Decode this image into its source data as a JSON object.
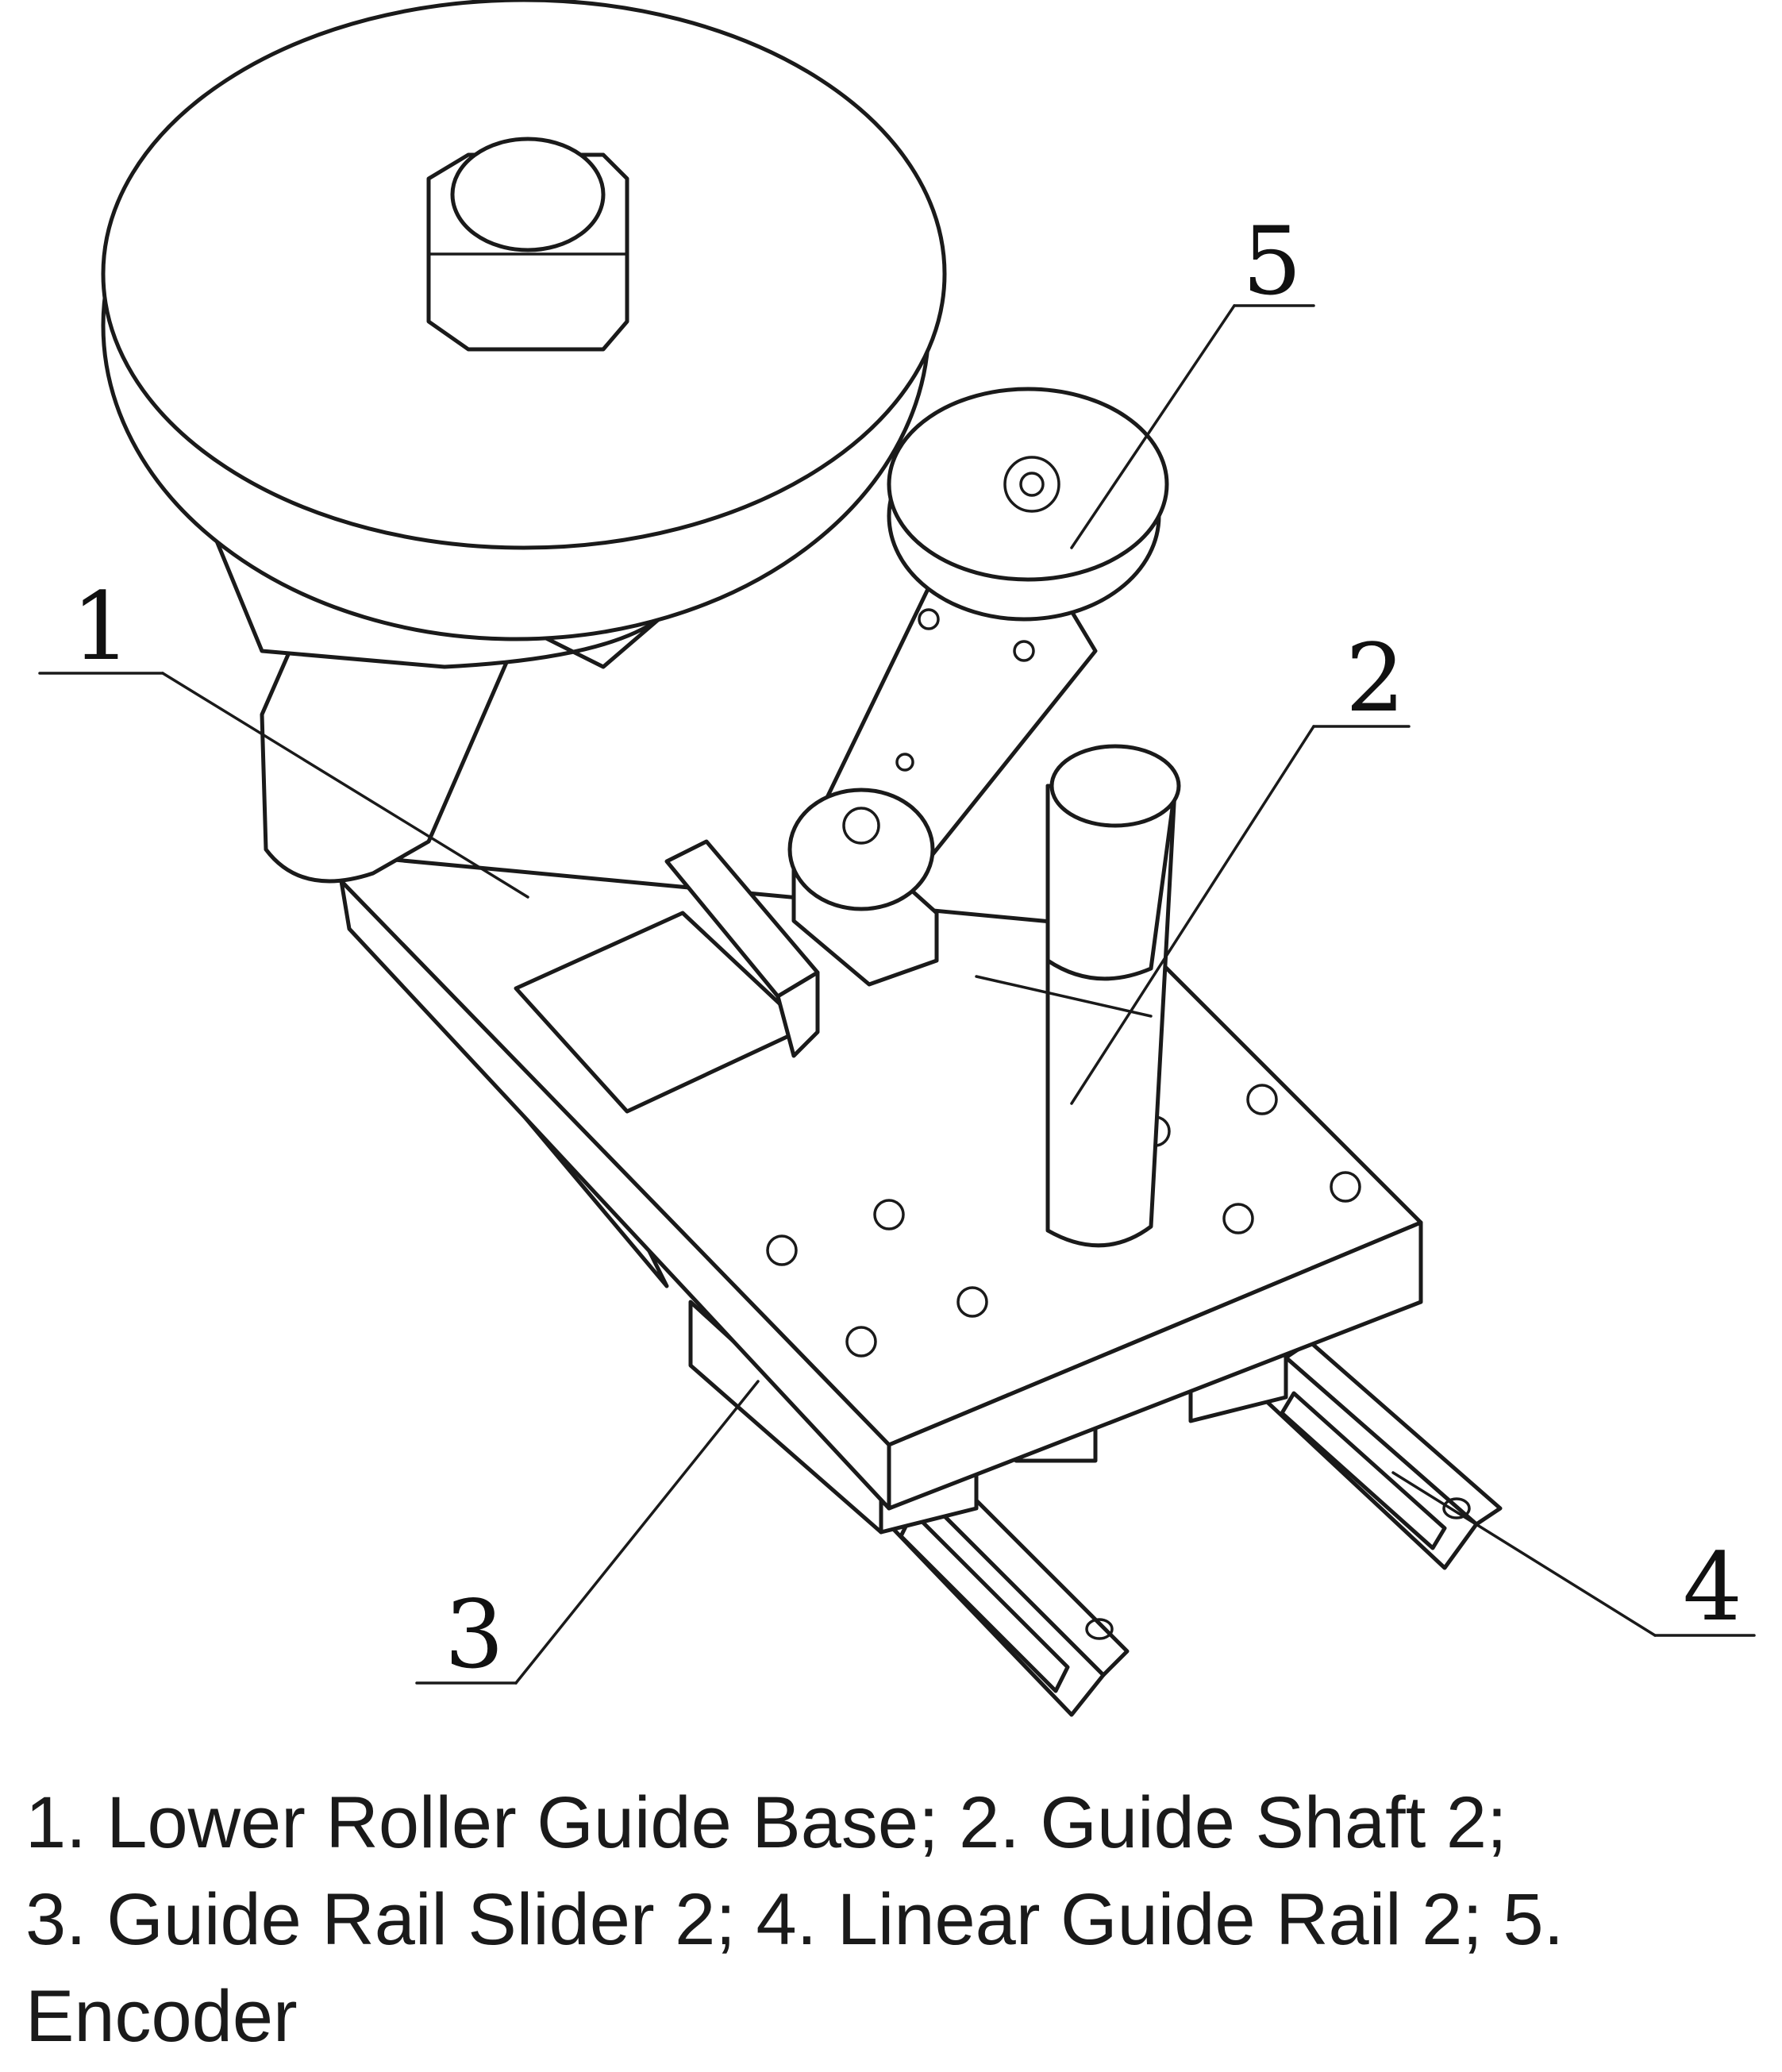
{
  "figure": {
    "callouts": [
      "1",
      "2",
      "3",
      "4",
      "5"
    ]
  },
  "caption": {
    "line1": "1. Lower Roller Guide Base; 2. Guide Shaft 2;",
    "line2": "3. Guide Rail Slider 2; 4. Linear Guide Rail 2; 5.",
    "line3": "Encoder"
  }
}
